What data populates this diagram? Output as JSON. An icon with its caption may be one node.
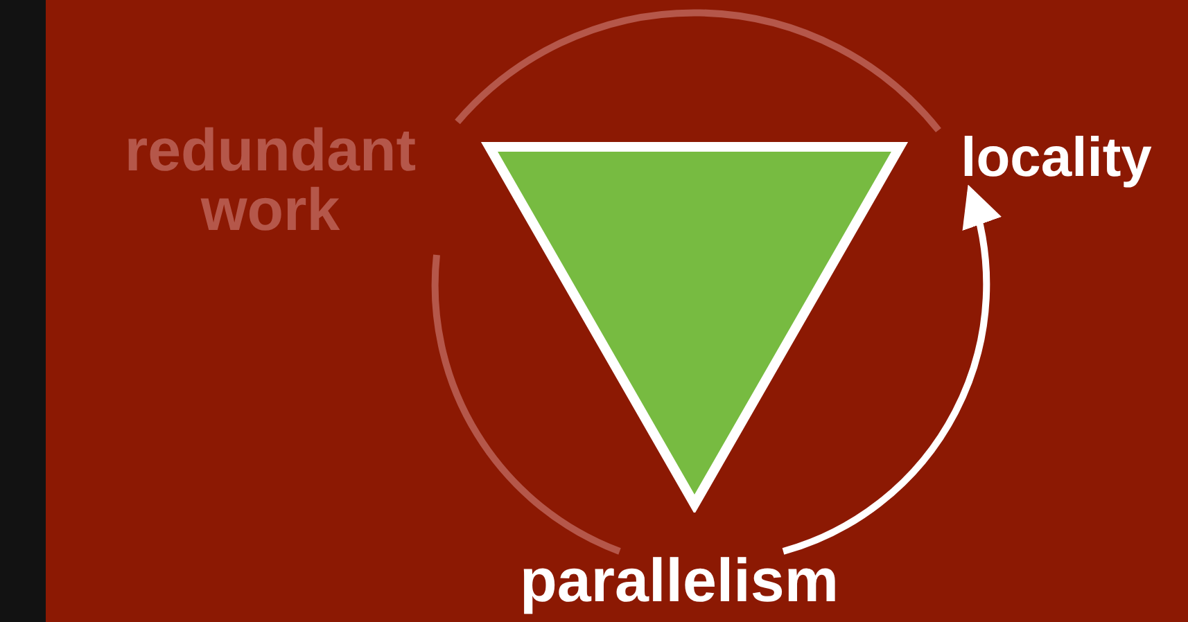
{
  "diagram": {
    "nodes": [
      {
        "text": [],
        "shape": "triangle"
      },
      {
        "text": [
          "redundant work"
        ]
      },
      {
        "text": [
          "locality"
        ]
      },
      {
        "text": [
          "parallelism"
        ]
      }
    ],
    "edges": [
      {
        "from": 1,
        "to": 2,
        "arrow": "none"
      },
      {
        "from": 1,
        "to": 3,
        "arrow": "none"
      },
      {
        "from": 3,
        "to": 2,
        "arrow": "to",
        "color": "#ffffff"
      }
    ]
  }
}
